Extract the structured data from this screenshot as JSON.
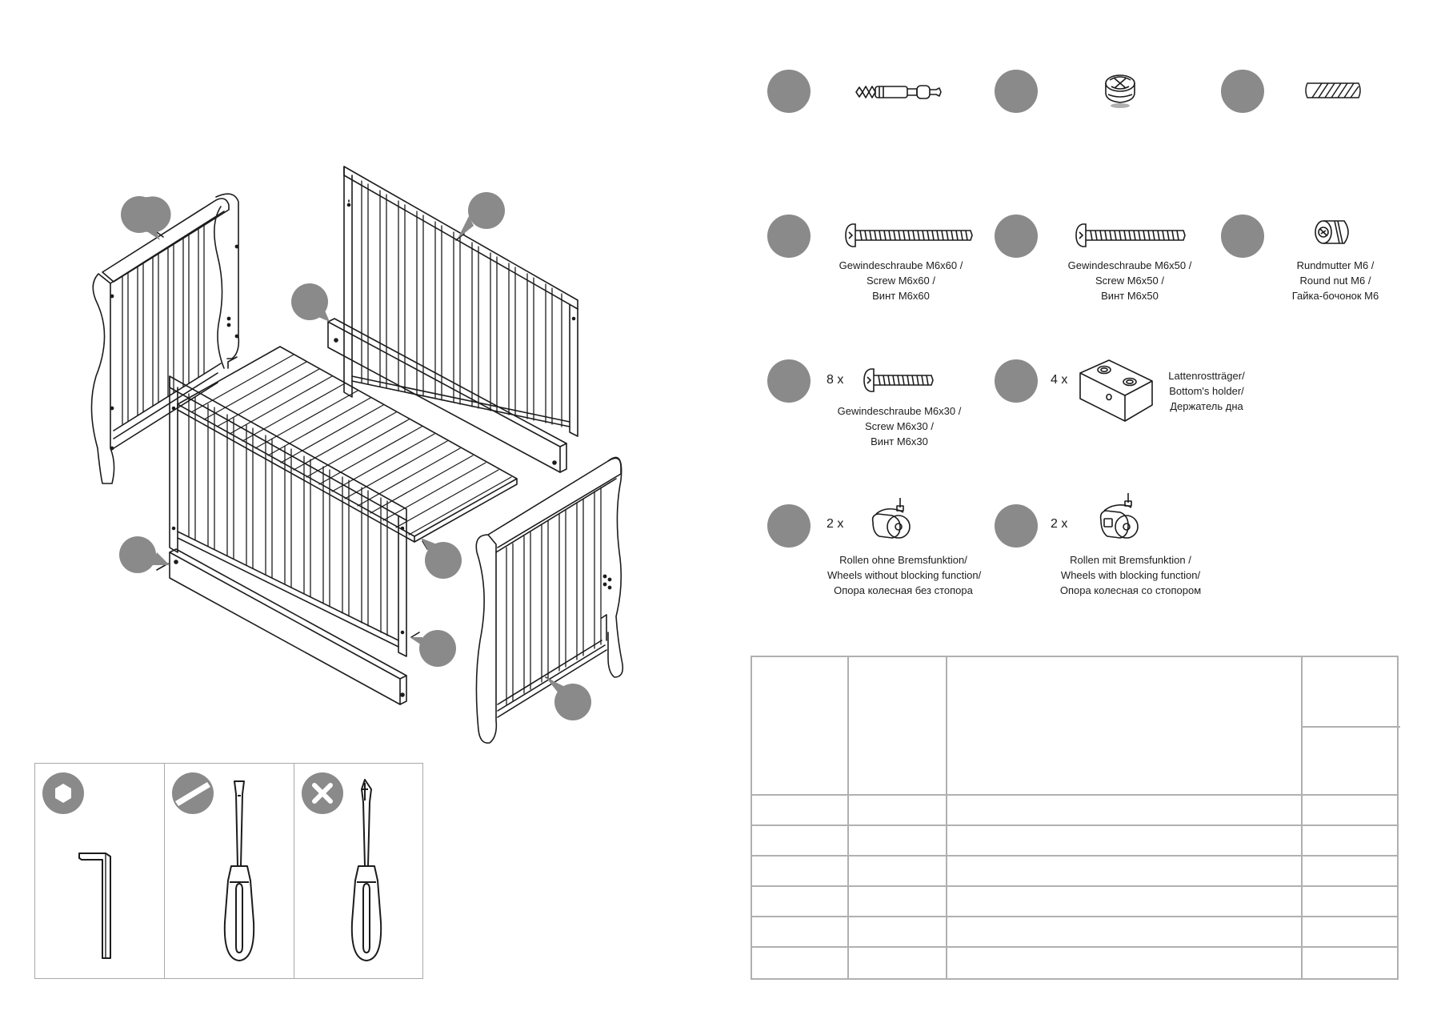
{
  "colors": {
    "badge": "#8a8a8a",
    "line": "#1c1c1c",
    "table_border": "#b0b0b0"
  },
  "illustration": {
    "subject": "crib-assembly-exploded-view",
    "callouts": 7
  },
  "tools": [
    {
      "icon": "hex-key-icon",
      "badge_icon": "hexagon-icon"
    },
    {
      "icon": "flathead-screwdriver-icon",
      "badge_icon": "slotted-head-icon"
    },
    {
      "icon": "phillips-screwdriver-icon",
      "badge_icon": "cross-head-icon"
    }
  ],
  "hardware": {
    "row1": [
      {
        "icon": "cam-bolt-icon"
      },
      {
        "icon": "cam-lock-icon"
      },
      {
        "icon": "wooden-dowel-icon"
      }
    ],
    "screw_m6x60": {
      "icon": "screw-icon",
      "lines": [
        "Gewindeschraube M6x60 /",
        "Screw M6x60 /",
        "Винт М6x60"
      ]
    },
    "screw_m6x50": {
      "icon": "screw-icon",
      "lines": [
        "Gewindeschraube M6x50 /",
        "Screw M6x50 /",
        "Винт М6x50"
      ]
    },
    "round_nut": {
      "icon": "round-nut-icon",
      "lines": [
        "Rundmutter M6 /",
        "Round nut M6 /",
        "Гайка-бочонок М6"
      ]
    },
    "screw_m6x30": {
      "qty": "8 x",
      "icon": "screw-icon",
      "lines": [
        "Gewindeschraube M6x30 /",
        "Screw M6x30 /",
        "Винт М6x30"
      ]
    },
    "bottom_holder": {
      "qty": "4 x",
      "icon": "holder-block-icon",
      "lines": [
        "Lattenrostträger/",
        "Bottom's holder/",
        "Держатель дна"
      ]
    },
    "wheel_plain": {
      "qty": "2 x",
      "icon": "caster-wheel-icon",
      "lines": [
        "Rollen ohne Bremsfunktion/",
        "Wheels without blocking function/",
        "Опора колесная без стопора"
      ]
    },
    "wheel_brake": {
      "qty": "2 x",
      "icon": "caster-wheel-brake-icon",
      "lines": [
        "Rollen mit Bremsfunktion /",
        "Wheels with blocking function/",
        "Опора колесная со стопором"
      ]
    }
  },
  "parts_table": {
    "body_rows": 6
  }
}
